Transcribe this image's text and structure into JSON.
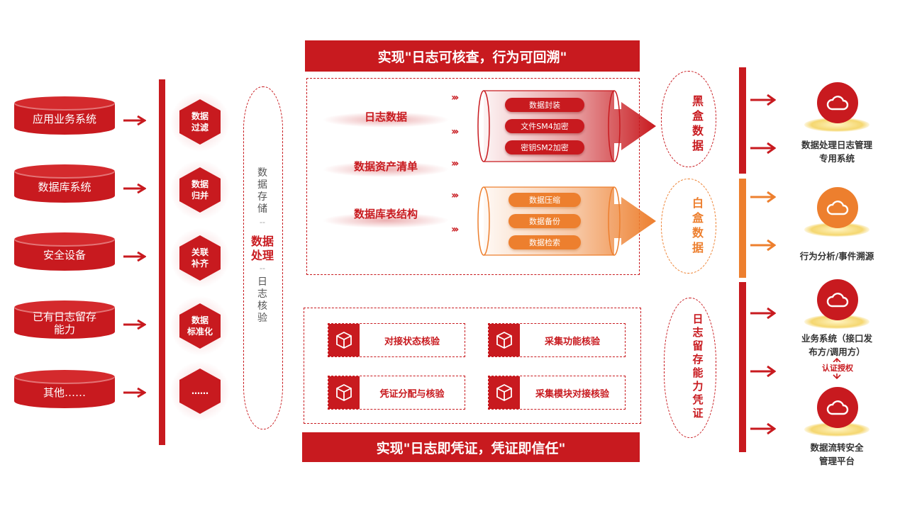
{
  "sources": [
    "应用业务系统",
    "数据库系统",
    "安全设备",
    "已有日志留存\n能力",
    "其他……"
  ],
  "process_steps": [
    "数据\n过滤",
    "数据\n归并",
    "关联\n补齐",
    "数据\n标准化",
    "……"
  ],
  "processing_column": {
    "top_chars": [
      "数",
      "据",
      "存",
      "储"
    ],
    "sep": "--",
    "main_chars": [
      "数据",
      "处理"
    ],
    "bottom_chars": [
      "日",
      "志",
      "核",
      "验"
    ]
  },
  "banner_top": "实现\"日志可核查，行为可回溯\"",
  "banner_bottom": "实现\"日志即凭证，凭证即信任\"",
  "data_types": [
    "日志数据",
    "数据资产清单",
    "数据库表结构"
  ],
  "chevrons": "›››",
  "black_box_ops": [
    "数据封装",
    "文件SM4加密",
    "密钥SM2加密"
  ],
  "white_box_ops": [
    "数据压缩",
    "数据备份",
    "数据检索"
  ],
  "black_box_label": [
    "黑",
    "盒",
    "数",
    "据"
  ],
  "white_box_label": [
    "白",
    "盒",
    "数",
    "据"
  ],
  "log_retention_label": [
    "日",
    "志",
    "留",
    "存",
    "能",
    "力",
    "凭",
    "证"
  ],
  "checks": [
    "对接状态核验",
    "采集功能核验",
    "凭证分配与核验",
    "采集模块对接核验"
  ],
  "systems": [
    {
      "label": "数据处理日志管理\n专用系统",
      "color": "#c81a1f"
    },
    {
      "label": "行为分析/事件溯源",
      "color": "#ed7f2e"
    },
    {
      "label": "业务系统（接口发\n布方/调用方）",
      "color": "#c81a1f"
    },
    {
      "label": "数据流转安全\n管理平台",
      "color": "#c81a1f"
    }
  ],
  "auth_label": "认证授权",
  "colors": {
    "red": "#c81a1f",
    "orange": "#ed7f2e",
    "gold": "#f5d770"
  },
  "icons": [
    "arrow-right-icon",
    "cloud-icon",
    "box-icon",
    "chevron-right-icon"
  ]
}
